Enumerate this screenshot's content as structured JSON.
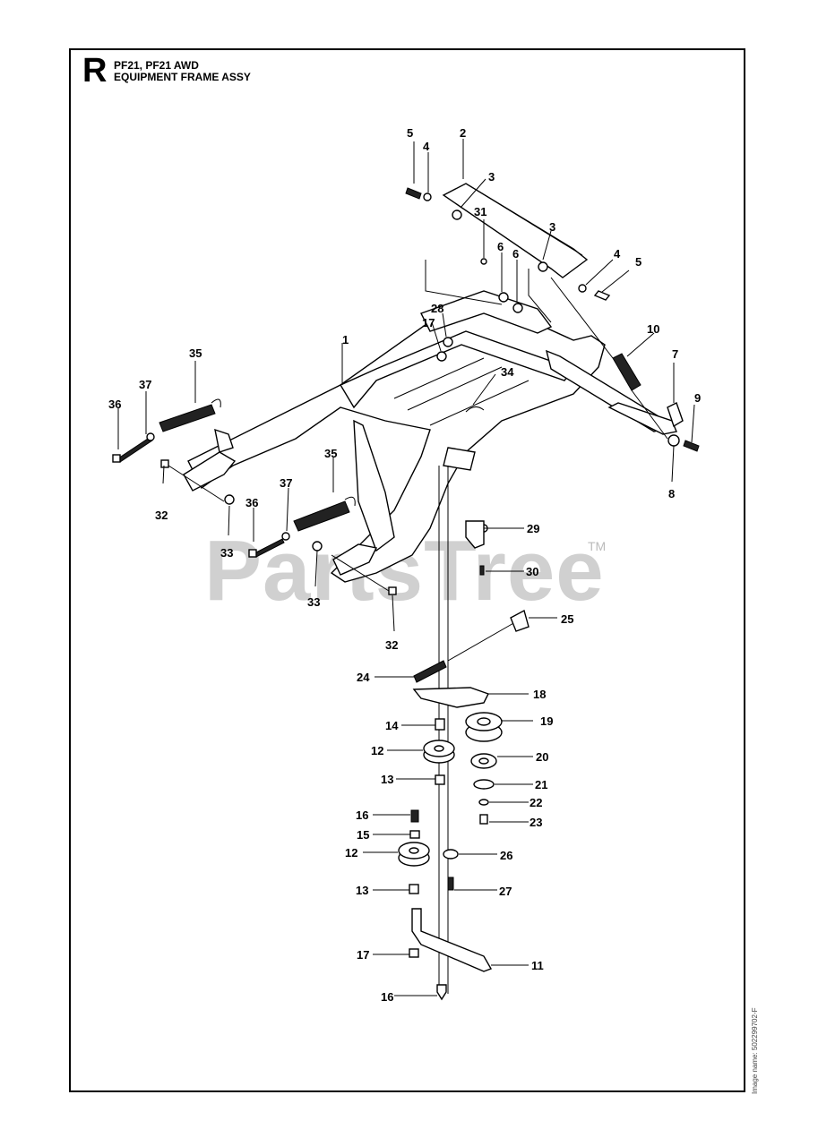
{
  "header": {
    "section_letter": "R",
    "model_line": "PF21, PF21 AWD",
    "title": "EQUIPMENT FRAME ASSY"
  },
  "watermark": {
    "text": "PartsTree",
    "trademark": "TM"
  },
  "footer": {
    "image_name": "Image name: 502299702-F"
  },
  "callouts": {
    "c1": "1",
    "c2": "2",
    "c3a": "3",
    "c3b": "3",
    "c4a": "4",
    "c4b": "4",
    "c5a": "5",
    "c5b": "5",
    "c6a": "6",
    "c6b": "6",
    "c7": "7",
    "c8": "8",
    "c9": "9",
    "c10": "10",
    "c11": "11",
    "c12a": "12",
    "c12b": "12",
    "c13a": "13",
    "c13b": "13",
    "c14": "14",
    "c15": "15",
    "c16a": "16",
    "c16b": "16",
    "c17a": "17",
    "c17b": "17",
    "c18": "18",
    "c19": "19",
    "c20": "20",
    "c21": "21",
    "c22": "22",
    "c23": "23",
    "c24": "24",
    "c25": "25",
    "c26": "26",
    "c27": "27",
    "c28": "28",
    "c29": "29",
    "c30": "30",
    "c31": "31",
    "c32a": "32",
    "c32b": "32",
    "c33a": "33",
    "c33b": "33",
    "c34": "34",
    "c35a": "35",
    "c35b": "35",
    "c36a": "36",
    "c36b": "36",
    "c37a": "37",
    "c37b": "37"
  }
}
